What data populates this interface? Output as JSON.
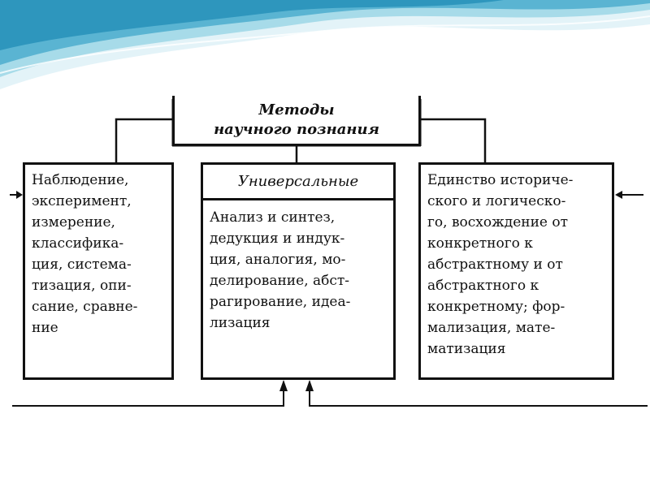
{
  "title": {
    "line1": "Методы",
    "line2": "научного познания"
  },
  "boxes": {
    "left": {
      "text": "Наблюдение,\nэксперимент,\nизмерение,\nклассифика-\nция, система-\nтизация, опи-\nсание, сравне-\nние"
    },
    "center": {
      "header": "Универсальные",
      "text": "Анализ и синтез,\nдедукция и индук-\nция, аналогия, мо-\nделирование, абст-\nрагирование, идеа-\nлизация"
    },
    "right": {
      "text": "Единство историче-\nского и логическо-\nго, восхождение от\nконкретного к\nабстрактному и от\nабстрактного к\nконкретному; фор-\nмализация, мате-\nматизация"
    }
  },
  "colors": {
    "line": "#111111",
    "wave_light": "#cdeaf3",
    "wave_mid": "#7fc6dc",
    "wave_dark": "#3aa0c4"
  }
}
